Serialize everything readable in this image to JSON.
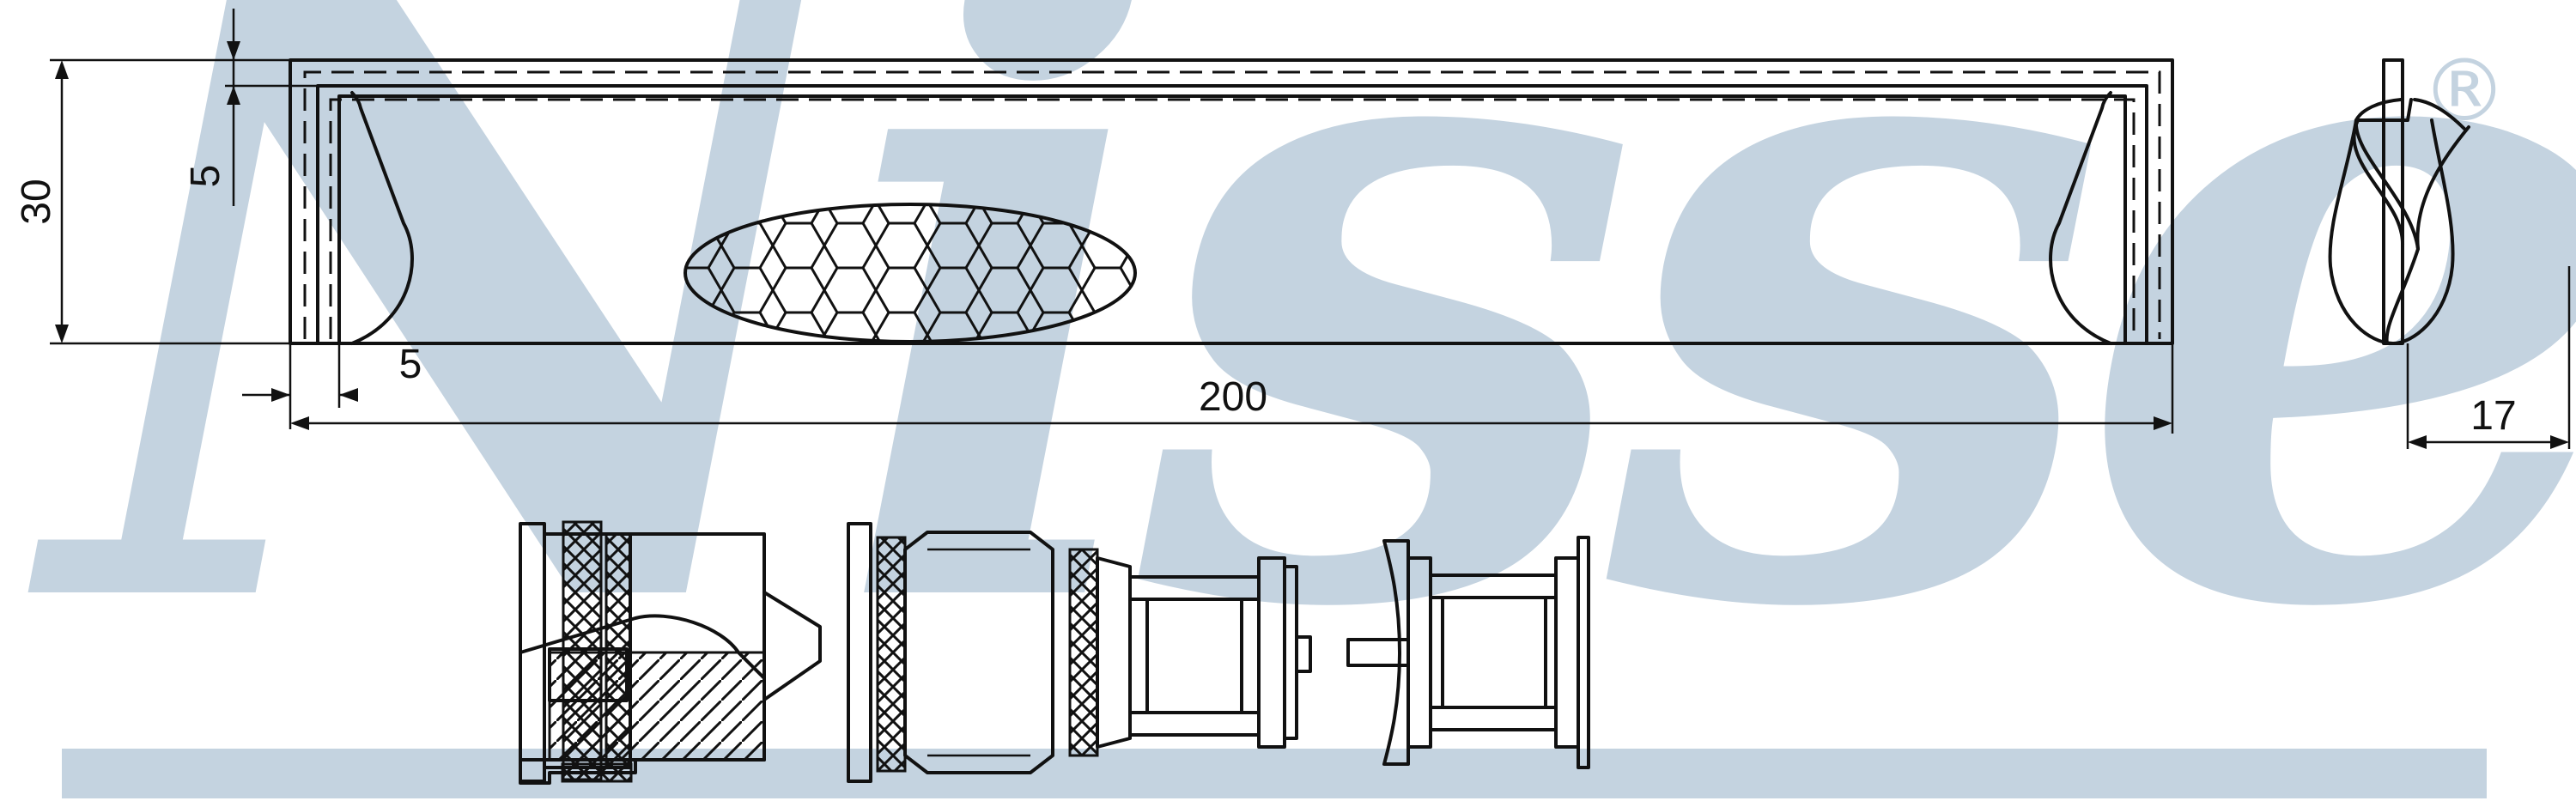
{
  "watermark": {
    "brand": "Nissens",
    "registered_mark": "®",
    "color": "#c4d3e0"
  },
  "line_color": "#111111",
  "dimensions": {
    "height": "30",
    "length": "200",
    "wall_top": "5",
    "wall_left": "5",
    "width": "17"
  }
}
